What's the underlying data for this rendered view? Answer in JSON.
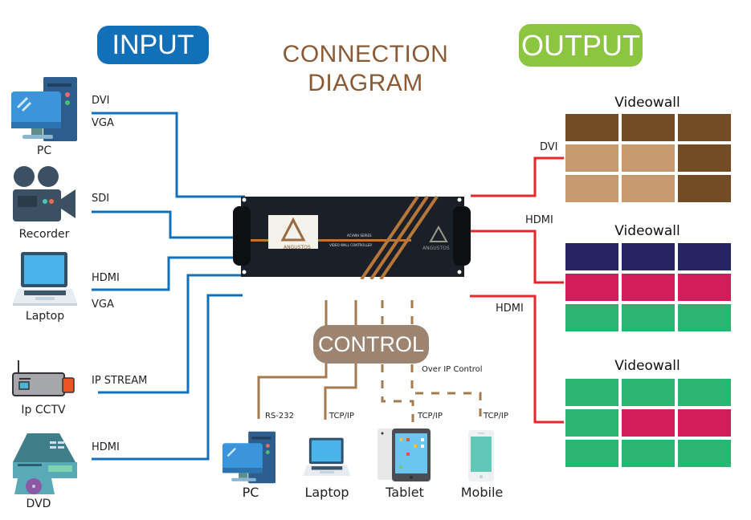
{
  "title": {
    "line1": "CONNECTION",
    "line2": "DIAGRAM"
  },
  "input_label": "INPUT",
  "output_label": "OUTPUT",
  "control_label": "CONTROL",
  "colors": {
    "input_line": "#1270b9",
    "output_line": "#e8262c",
    "control_line": "#a57a4e",
    "input_badge": "#1270b9",
    "output_badge": "#8cc53f",
    "title": "#8a5a35"
  },
  "inputs": [
    {
      "device": "PC",
      "icon": "desktop-pc-icon",
      "signals": [
        "DVI",
        "VGA"
      ]
    },
    {
      "device": "Recorder",
      "icon": "video-camera-icon",
      "signals": [
        "SDI"
      ]
    },
    {
      "device": "Laptop",
      "icon": "laptop-icon",
      "signals": [
        "HDMI",
        "VGA"
      ]
    },
    {
      "device": "Ip CCTV",
      "icon": "ip-camera-icon",
      "signals": [
        "IP STREAM"
      ]
    },
    {
      "device": "DVD",
      "icon": "dvd-player-icon",
      "signals": [
        "HDMI"
      ]
    }
  ],
  "controller": {
    "brand": "ANGUSTOS",
    "series": "ACVWH SERIES",
    "model": "VIDEO WALL CONTROLLER"
  },
  "outputs": [
    {
      "title": "Videowall",
      "signal": "DVI",
      "tiles": [
        "#724c25",
        "#724c25",
        "#724c25",
        "#c69a6e",
        "#c69a6e",
        "#724c25",
        "#c69a6e",
        "#c69a6e",
        "#724c25"
      ]
    },
    {
      "title": "Videowall",
      "signal": "HDMI",
      "tiles": [
        "#262463",
        "#262463",
        "#262463",
        "#d31c5a",
        "#d31c5a",
        "#d31c5a",
        "#2ab573",
        "#2ab573",
        "#2ab573"
      ]
    },
    {
      "title": "Videowall",
      "signal": "HDMI",
      "tiles": [
        "#2ab573",
        "#2ab573",
        "#2ab573",
        "#2ab573",
        "#d31c5a",
        "#d31c5a",
        "#2ab573",
        "#2ab573",
        "#2ab573"
      ]
    }
  ],
  "control": {
    "over_ip_label": "Over IP Control",
    "devices": [
      {
        "device": "PC",
        "icon": "desktop-pc-icon",
        "link": "RS-232"
      },
      {
        "device": "Laptop",
        "icon": "laptop-icon",
        "link": "TCP/IP"
      },
      {
        "device": "Tablet",
        "icon": "tablet-icon",
        "link": "TCP/IP"
      },
      {
        "device": "Mobile",
        "icon": "mobile-phone-icon",
        "link": "TCP/IP"
      }
    ]
  }
}
